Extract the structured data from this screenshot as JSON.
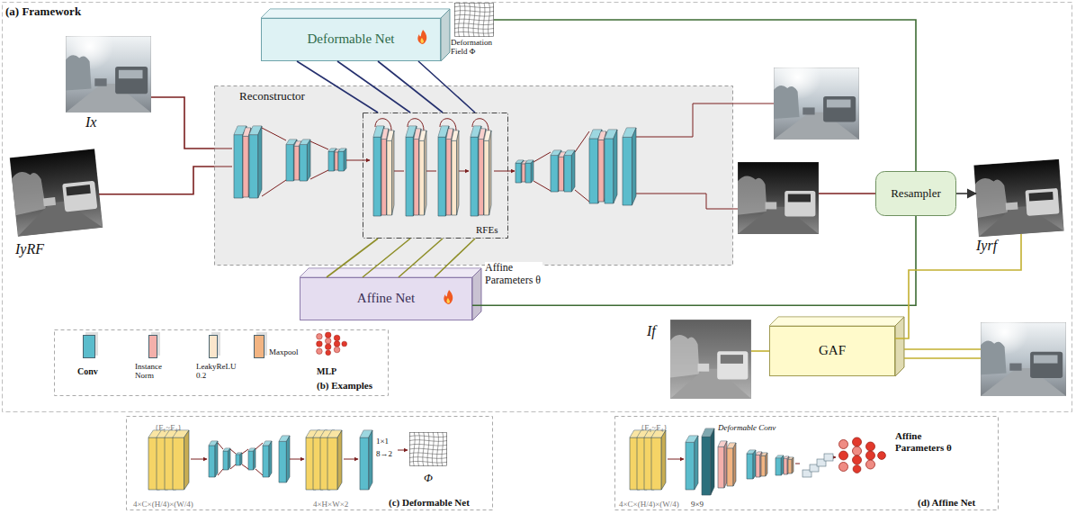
{
  "diagram": {
    "nodes": [
      {
        "text": [
          "(a) Framework"
        ]
      },
      {
        "text": [
          "Deformable Net"
        ],
        "in": 0
      },
      {
        "text": [
          "Deformation Field Φ"
        ],
        "in": 0
      },
      {
        "text": [
          "Reconstructor"
        ],
        "in": 0
      },
      {
        "text": [
          "RFEs"
        ],
        "in": 3
      },
      {
        "text": [
          "Affine Net"
        ],
        "in": 0
      },
      {
        "text": [
          "Ix"
        ],
        "in": 0
      },
      {
        "text": [
          "IyRF"
        ],
        "in": 0
      },
      {
        "text": [
          "Resampler"
        ],
        "in": 0
      },
      {
        "text": [
          "Iyrf"
        ],
        "in": 0
      },
      {
        "text": [
          "If"
        ],
        "in": 0
      },
      {
        "text": [
          "GAF"
        ],
        "in": 0
      },
      {
        "text": [
          "(b) Examples"
        ],
        "in": 0
      },
      {
        "text": [
          "(c) Deformable Net"
        ]
      },
      {
        "text": [
          "(d) Affine Net"
        ]
      }
    ],
    "edges": [
      {
        "from": 6,
        "to": 3,
        "arrow": "none"
      },
      {
        "from": 7,
        "to": 3,
        "arrow": "none"
      },
      {
        "from": 4,
        "to": 1,
        "arrow": "none"
      },
      {
        "from": 4,
        "to": 5,
        "arrow": "none"
      },
      {
        "from": 2,
        "to": 8,
        "arrow": "none"
      },
      {
        "from": 5,
        "to": 8,
        "label": "Affine Parameters θ",
        "arrow": "none"
      },
      {
        "from": 8,
        "to": 9,
        "arrow": "to"
      },
      {
        "from": 9,
        "to": 11,
        "arrow": "none"
      },
      {
        "from": 10,
        "to": 11,
        "arrow": "none"
      }
    ],
    "labels": [
      "{F₁~F₄}",
      "4×C×(H/4)×(W/4)",
      "4×H×W×2",
      "1×1",
      "8→2",
      "Φ",
      "{F₁~F₄}",
      "4×C×(H/4)×(W/4)",
      "9×9",
      "Deformable Conv",
      "Affine Parameters θ"
    ],
    "legend": [
      {
        "text": "Conv",
        "color": "#5bbccc"
      },
      {
        "text": "Instance Norm",
        "color": "#f4b0ab"
      },
      {
        "text": "LeakyReLU 0.2",
        "color": "#fbe6cc"
      },
      {
        "text": "Maxpool",
        "color": "#f2b482"
      },
      {
        "text": "MLP"
      }
    ]
  }
}
